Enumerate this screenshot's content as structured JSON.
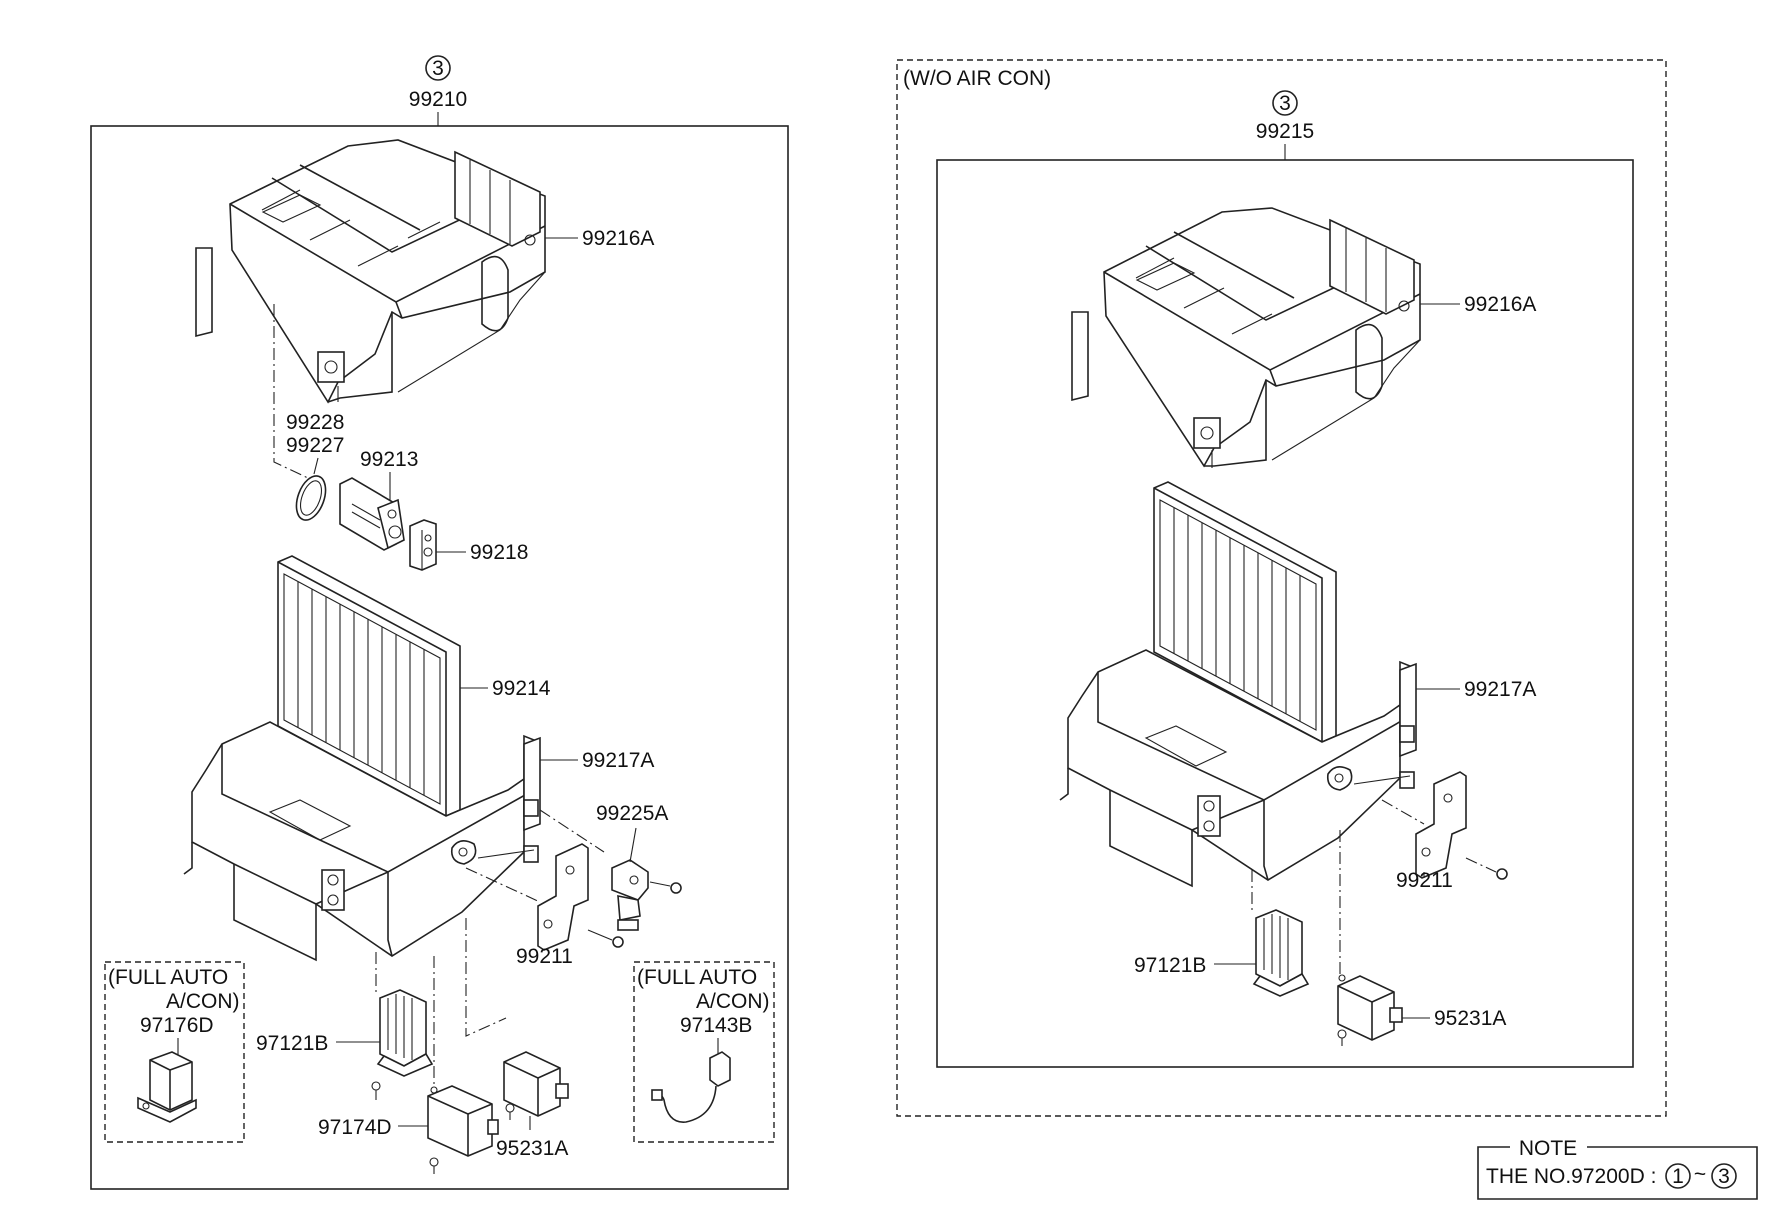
{
  "left_assembly": {
    "index_number": "3",
    "part_number": "99210",
    "labels": {
      "upper_case": "99216A",
      "seal_a": "99228",
      "seal_b": "99227",
      "actuator": "99213",
      "motor_connector": "99218",
      "filter": "99214",
      "lower_case": "99217A",
      "sensor": "99225A",
      "bracket": "99211",
      "resistor": "97121B",
      "relay_b": "97174D",
      "relay_a": "95231A"
    },
    "full_auto_left": {
      "caption_line1": "(FULL AUTO",
      "caption_line2": "A/CON)",
      "part_number": "97176D"
    },
    "full_auto_right": {
      "caption_line1": "(FULL AUTO",
      "caption_line2": "A/CON)",
      "part_number": "97143B"
    }
  },
  "right_assembly": {
    "caption": "(W/O AIR CON)",
    "index_number": "3",
    "part_number": "99215",
    "labels": {
      "upper_case": "99216A",
      "lower_case": "99217A",
      "bracket": "99211",
      "resistor": "97121B",
      "relay": "95231A"
    }
  },
  "note": {
    "title": "NOTE",
    "prefix": "THE NO.97200D :",
    "range_start": "1",
    "range_separator": "~",
    "range_end": "3"
  }
}
